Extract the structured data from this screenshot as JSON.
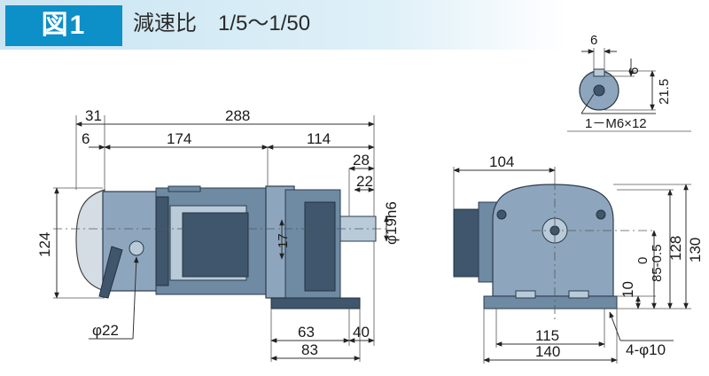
{
  "header": {
    "figure_label": "図1",
    "subtitle": "減速比　1/5～1/50"
  },
  "dimensions": {
    "d31": "31",
    "d288": "288",
    "d6a": "6",
    "d174": "174",
    "d114": "114",
    "d28": "28",
    "d22": "22",
    "shaft_dia": "φ19h6",
    "d17": "17",
    "d124": "124",
    "phi22": "φ22",
    "d63": "63",
    "d40": "40",
    "d83": "83",
    "d104": "104",
    "d130": "130",
    "d128": "128",
    "d85_tol": "85-0.5",
    "d85_upper": "0",
    "d10": "10",
    "d115": "115",
    "d140": "140",
    "holes": "4-φ10",
    "d6_key": "6",
    "d6_key_v": "6",
    "d21_5": "21.5",
    "thread": "1－M6×12"
  },
  "colors": {
    "header_accent": "#0d8fc8",
    "body_fill": "#8ea6bd",
    "body_dark": "#3f566c"
  }
}
